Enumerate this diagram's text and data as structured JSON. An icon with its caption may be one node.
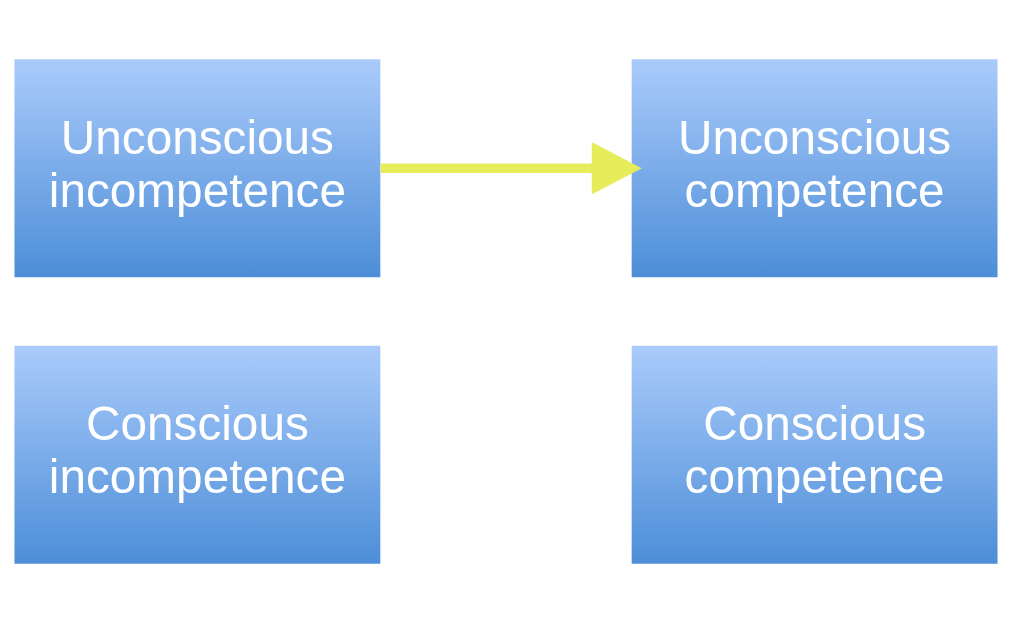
{
  "diagram": {
    "nodes": [
      {
        "text": [
          "Unconscious incompetence"
        ]
      },
      {
        "text": [
          "Unconscious competence"
        ]
      },
      {
        "text": [
          "Conscious incompetence"
        ]
      },
      {
        "text": [
          "Conscious competence"
        ]
      }
    ],
    "edges": [
      {
        "from": 0,
        "to": 1,
        "arrow": "to",
        "color": "#e6ec5a"
      }
    ]
  }
}
